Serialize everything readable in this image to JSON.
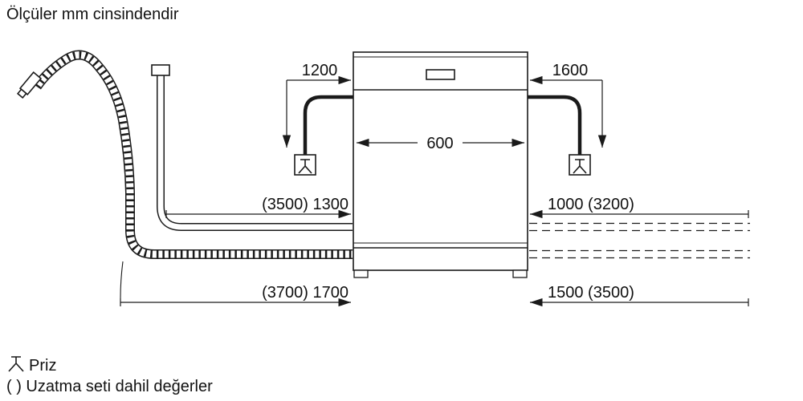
{
  "title": "Ölçüler mm cinsindendir",
  "dimensions": {
    "left_top": "1200",
    "right_top": "1600",
    "width": "600",
    "left_mid": "(3500) 1300",
    "right_mid": "1000 (3200)",
    "left_bottom": "(3700) 1700",
    "right_bottom": "1500 (3500)"
  },
  "legend": {
    "socket_label": "Priz",
    "note": "( ) Uzatma seti dahil değerler"
  },
  "icons": {
    "socket": "socket-symbol"
  },
  "colors": {
    "line": "#1a1a1a",
    "background": "#ffffff"
  }
}
